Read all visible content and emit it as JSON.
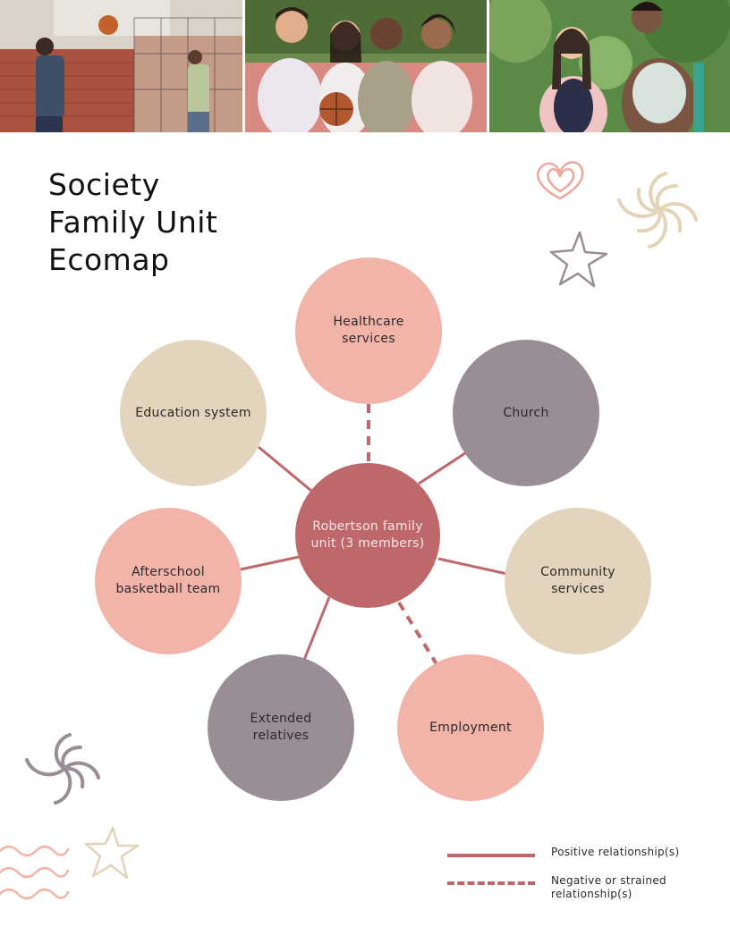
{
  "title_lines": [
    "Society",
    "Family Unit",
    "Ecomap"
  ],
  "center": {
    "label": "Robertson family unit (3 members)"
  },
  "nodes": [
    {
      "id": "healthcare",
      "label": "Healthcare services",
      "relationship": "negative"
    },
    {
      "id": "church",
      "label": "Church",
      "relationship": "positive"
    },
    {
      "id": "community",
      "label": "Community services",
      "relationship": "positive"
    },
    {
      "id": "employment",
      "label": "Employment",
      "relationship": "negative"
    },
    {
      "id": "extended",
      "label": "Extended relatives",
      "relationship": "positive"
    },
    {
      "id": "afterschool",
      "label": "Afterschool basketball team",
      "relationship": "positive"
    },
    {
      "id": "education",
      "label": "Education system",
      "relationship": "positive"
    }
  ],
  "legend": {
    "positive": "Positive relationship(s)",
    "negative": "Negative or strained relationship(s)"
  },
  "colors": {
    "line": "#be686b",
    "center": "#be686b",
    "pink": "#f2b3a8",
    "beige": "#e2d4bd",
    "gray": "#9a8e96"
  }
}
